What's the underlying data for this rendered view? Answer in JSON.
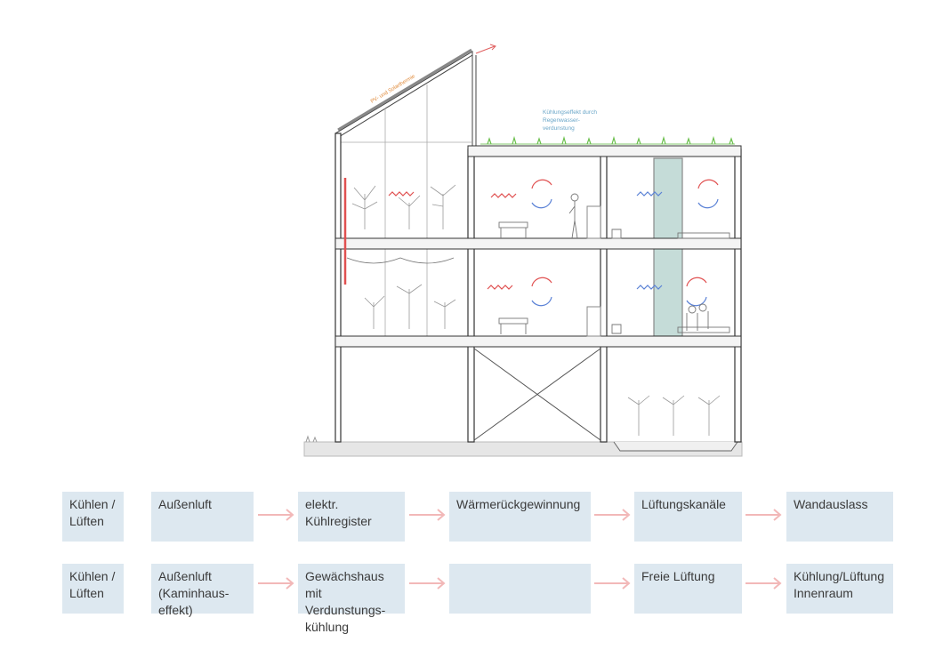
{
  "annotations": {
    "pv": "PV- und Solarthermie",
    "cooling_1": "Kühlungseffekt durch",
    "cooling_2": "Regenwasser-",
    "cooling_3": "verdunstung"
  },
  "rows": [
    {
      "label": "Kühlen /\nLüften",
      "steps": [
        "Außenluft",
        "elektr.\nKühlregister",
        "Wärmerückgewinnung",
        "Lüftungskanäle",
        "Wandauslass"
      ]
    },
    {
      "label": "Kühlen /\nLüften",
      "steps": [
        "Außenluft\n(Kaminhaus-\neffekt)",
        "Gewächshaus mit\nVerdunstungs-\nkühlung",
        "",
        "Freie Lüftung",
        "Kühlung/Lüftung\nInnenraum"
      ]
    }
  ],
  "colors": {
    "box_fill": "#dde8f0",
    "arrow": "#f2b8b8",
    "warm": "#e05050",
    "cool": "#5b82d6",
    "green": "#6abf4b",
    "pv": "#e08a3a",
    "water_note": "#6aa6c8",
    "glass": "#c5dcd8"
  }
}
